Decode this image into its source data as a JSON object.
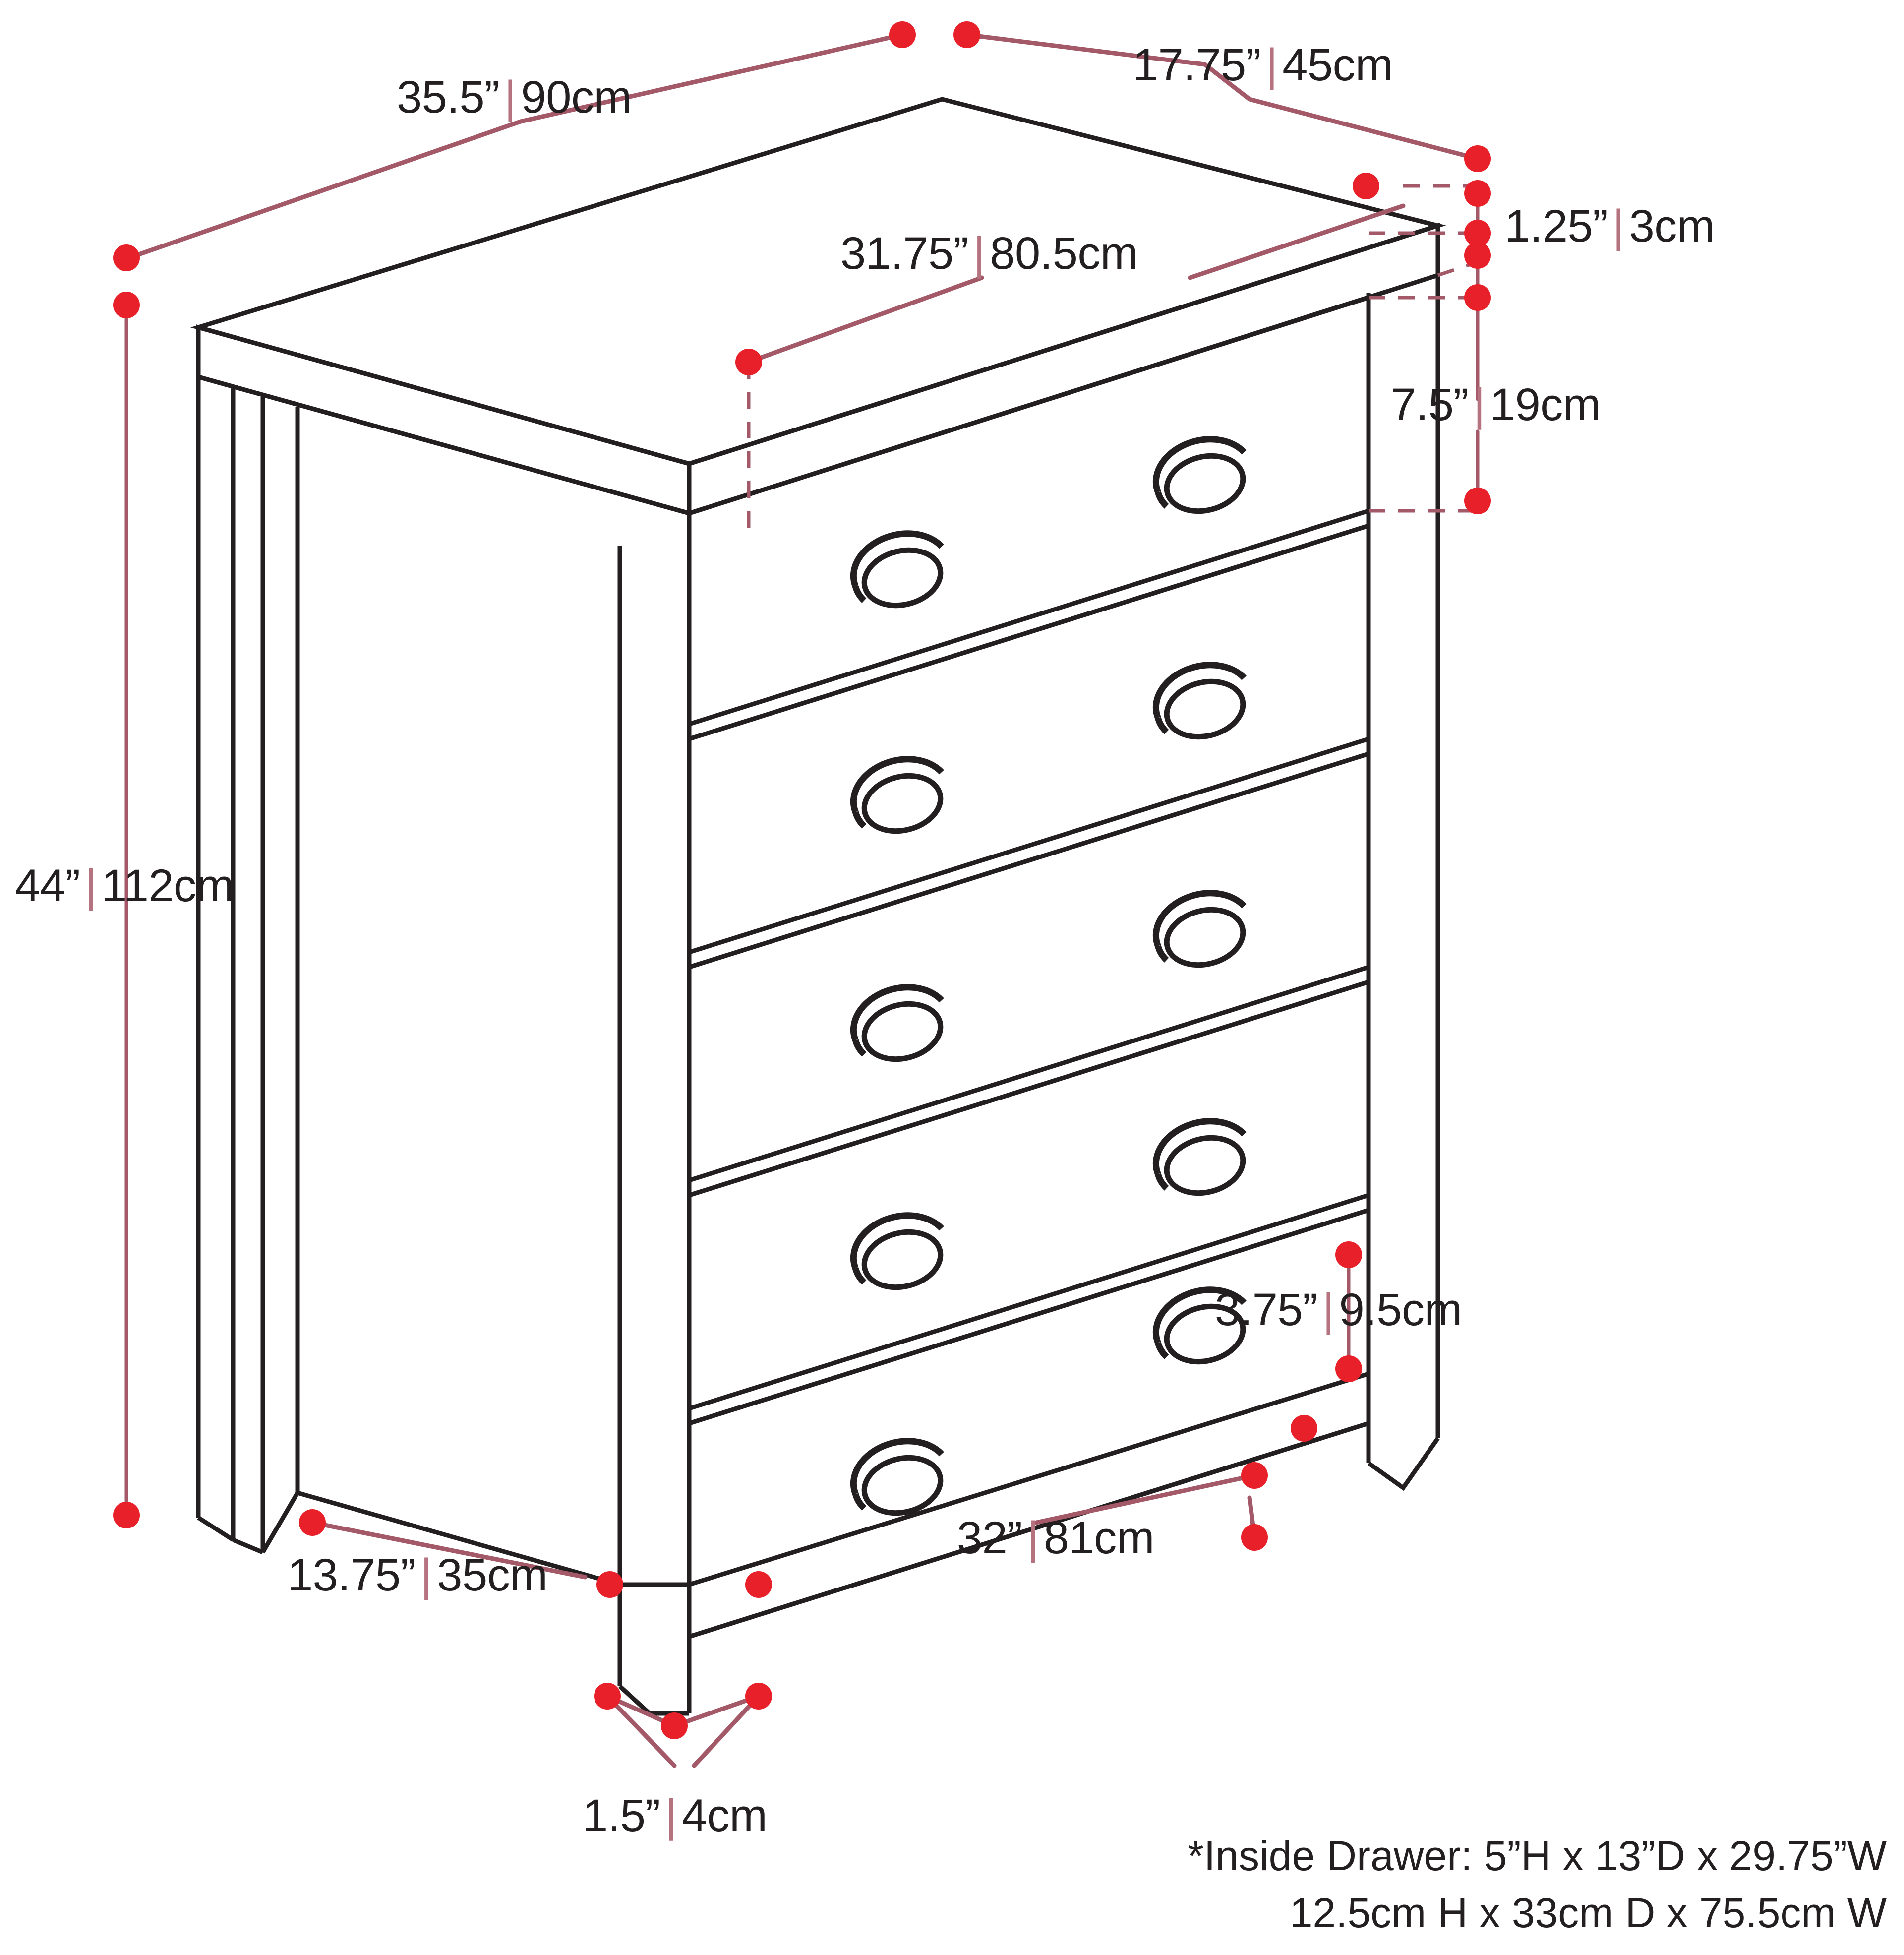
{
  "diagram": {
    "title": "Dresser dimension diagram",
    "product": "5-drawer chest of drawers",
    "drawer_count": 5,
    "pulls_per_drawer": 2,
    "colors": {
      "outline": "#231f20",
      "dot": "#e8202a",
      "leader": "#a35968",
      "separator": "#b5737f",
      "background": "#ffffff"
    }
  },
  "dimensions": {
    "width_top": {
      "imperial": "35.5”",
      "metric": "90cm"
    },
    "depth_top": {
      "imperial": "17.75”",
      "metric": "45cm"
    },
    "top_thickness": {
      "imperial": "1.25”",
      "metric": "3cm"
    },
    "drawer_front_width": {
      "imperial": "31.75”",
      "metric": "80.5cm"
    },
    "drawer_height": {
      "imperial": "7.5”",
      "metric": "19cm"
    },
    "overall_height": {
      "imperial": "44”",
      "metric": "112cm"
    },
    "side_depth": {
      "imperial": "13.75”",
      "metric": "35cm"
    },
    "base_width": {
      "imperial": "32”",
      "metric": "81cm"
    },
    "leg_height": {
      "imperial": "3.75”",
      "metric": "9.5cm"
    },
    "leg_thickness": {
      "imperial": "1.5”",
      "metric": "4cm"
    }
  },
  "labels": [
    {
      "id": "width-top",
      "text_imperial": "35.5”",
      "text_metric": "90cm"
    },
    {
      "id": "depth-top",
      "text_imperial": "17.75”",
      "text_metric": "45cm"
    },
    {
      "id": "top-thickness",
      "text_imperial": "1.25”",
      "text_metric": "3cm"
    },
    {
      "id": "drawer-front-width",
      "text_imperial": "31.75”",
      "text_metric": "80.5cm"
    },
    {
      "id": "drawer-height",
      "text_imperial": "7.5”",
      "text_metric": "19cm"
    },
    {
      "id": "overall-height",
      "text_imperial": "44”",
      "text_metric": "112cm"
    },
    {
      "id": "side-depth",
      "text_imperial": "13.75”",
      "text_metric": "35cm"
    },
    {
      "id": "base-width",
      "text_imperial": "32”",
      "text_metric": "81cm"
    },
    {
      "id": "leg-height",
      "text_imperial": "3.75”",
      "text_metric": "9.5cm"
    },
    {
      "id": "leg-thickness",
      "text_imperial": "1.5”",
      "text_metric": "4cm"
    }
  ],
  "separator": "|",
  "footnote": {
    "line1": "*Inside Drawer: 5”H x 13”D x 29.75”W",
    "line2": "12.5cm H x 33cm D x 75.5cm W"
  }
}
